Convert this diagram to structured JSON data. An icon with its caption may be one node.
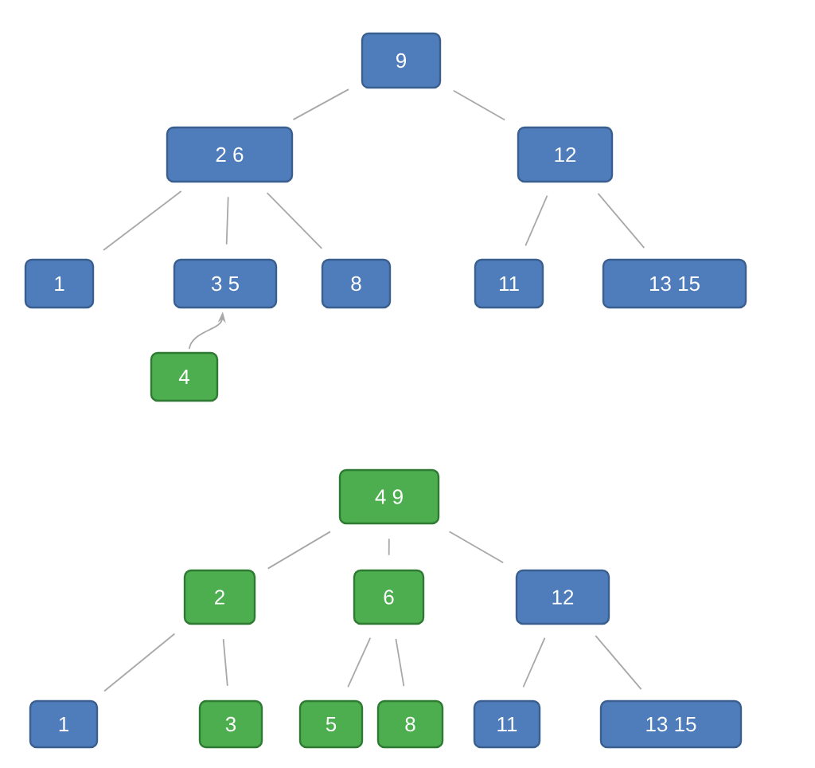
{
  "diagram": {
    "nodes": [
      {
        "text": [
          "9"
        ]
      },
      {
        "text": [
          "2 6"
        ]
      },
      {
        "text": [
          "12"
        ]
      },
      {
        "text": [
          "1"
        ]
      },
      {
        "text": [
          "3 5"
        ]
      },
      {
        "text": [
          "8"
        ]
      },
      {
        "text": [
          "11"
        ]
      },
      {
        "text": [
          "13 15"
        ]
      },
      {
        "text": [
          "4"
        ]
      },
      {
        "text": [
          "4 9"
        ]
      },
      {
        "text": [
          "2"
        ]
      },
      {
        "text": [
          "6"
        ]
      },
      {
        "text": [
          "12"
        ]
      },
      {
        "text": [
          "1"
        ]
      },
      {
        "text": [
          "3"
        ]
      },
      {
        "text": [
          "5"
        ]
      },
      {
        "text": [
          "8"
        ]
      },
      {
        "text": [
          "11"
        ]
      },
      {
        "text": [
          "13 15"
        ]
      }
    ],
    "edges": [
      {
        "from": 0,
        "to": 1,
        "arrow": "none"
      },
      {
        "from": 0,
        "to": 2,
        "arrow": "none"
      },
      {
        "from": 1,
        "to": 3,
        "arrow": "none"
      },
      {
        "from": 1,
        "to": 4,
        "arrow": "none"
      },
      {
        "from": 1,
        "to": 5,
        "arrow": "none"
      },
      {
        "from": 2,
        "to": 6,
        "arrow": "none"
      },
      {
        "from": 2,
        "to": 7,
        "arrow": "none"
      },
      {
        "from": 8,
        "to": 4,
        "arrow": "to"
      },
      {
        "from": 9,
        "to": 10,
        "arrow": "none"
      },
      {
        "from": 9,
        "to": 11,
        "arrow": "none"
      },
      {
        "from": 9,
        "to": 12,
        "arrow": "none"
      },
      {
        "from": 10,
        "to": 13,
        "arrow": "none"
      },
      {
        "from": 10,
        "to": 14,
        "arrow": "none"
      },
      {
        "from": 11,
        "to": 15,
        "arrow": "none"
      },
      {
        "from": 11,
        "to": 16,
        "arrow": "none"
      },
      {
        "from": 12,
        "to": 17,
        "arrow": "none"
      },
      {
        "from": 12,
        "to": 18,
        "arrow": "none"
      }
    ]
  }
}
